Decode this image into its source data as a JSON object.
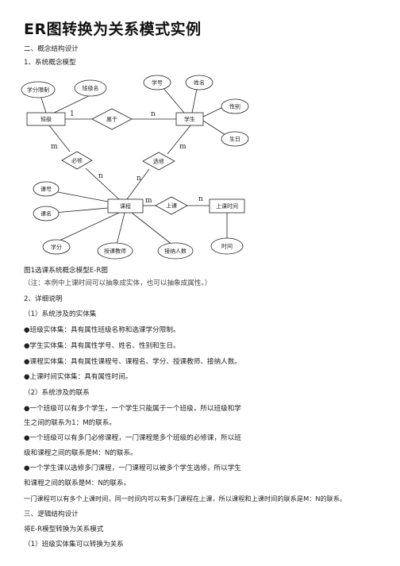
{
  "title": "ER图转换为关系模式实例",
  "sec1": "二、概念结构设计",
  "sec1_1": "1、系统概念模型",
  "er": {
    "entity_class": "班级",
    "entity_student": "学生",
    "entity_course": "课程",
    "entity_time": "上课时间",
    "rel_belong": "属于",
    "rel_required": "必修",
    "rel_elective": "选修",
    "rel_attend": "上课",
    "attr_credit_limit": "学分限制",
    "attr_class_name": "班级名",
    "attr_student_no": "学号",
    "attr_name": "姓名",
    "attr_gender": "性别",
    "attr_birthday": "生日",
    "attr_course_no": "课号",
    "attr_course_name": "课名",
    "attr_credit": "学分",
    "attr_teacher": "授课教师",
    "attr_capacity": "接纳人数",
    "attr_time": "时间",
    "card_1": "1",
    "card_n": "n",
    "card_m": "m"
  },
  "caption": "图1选课系统概念模型E-R图",
  "note": "（注：本例中上课时间可以抽象成实体，也可以抽象成属性。）",
  "sec2": "2、详细说明",
  "sub1": "（1）系统涉及的实体集",
  "b1": "●班级实体集：具有属性班级名称和选课学分限制。",
  "b2": "●学生实体集：具有属性学号、姓名、性别和生日。",
  "b3": "●课程实体集：具有属性课程号、课程名、学分、授课教师、接纳人数。",
  "b4": "●上课时间实体集：具有属性时间。",
  "sub2": "（2）系统涉及的联系",
  "r1a": "●一个班级可以有多个学生，一个学生只能属于一个班级，所以班级和学",
  "r1b": "生之间的联系为1：M的联系。",
  "r2a": "●一个班级可以有多门必修课程，一门课程是多个班级的必修课，所以班",
  "r2b": "级和课程之间的联系是M：N的联系。",
  "r3a": "●一个学生课以选修多门课程，一门课程可以被多个学生选修，所以学生",
  "r3b": "和课程之间的联系是M：N的联系。",
  "r4": "一门课程可以有多个上课时间，同一时间内可以有多门课程在上课，所以课程和上课时间的联系是M：N的联系。",
  "sec3": "三、逻辑结构设计",
  "sec3_1": "将E-R模型转换为关系模式",
  "sec3_2": "（1）班级实体集可以转换为关系"
}
